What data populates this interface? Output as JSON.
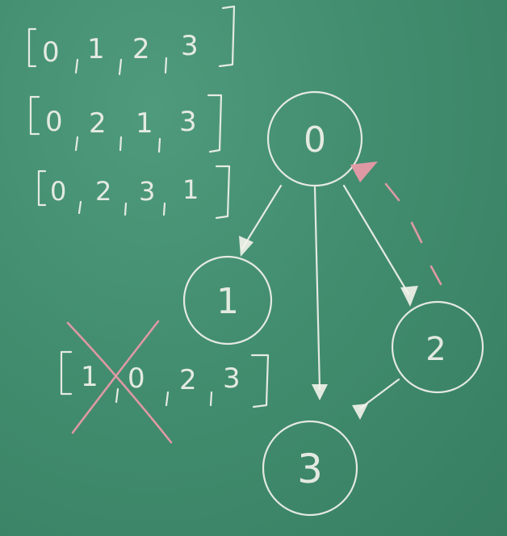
{
  "arrays": [
    {
      "values": [
        "0",
        "1",
        "2",
        "3"
      ],
      "crossed": false
    },
    {
      "values": [
        "0",
        "2",
        "1",
        "3"
      ],
      "crossed": false
    },
    {
      "values": [
        "0",
        "2",
        "3",
        "1"
      ],
      "crossed": false
    },
    {
      "values": [
        "1",
        "0",
        "2",
        "3"
      ],
      "crossed": true
    }
  ],
  "nodes": [
    "0",
    "1",
    "2",
    "3"
  ],
  "edges": [
    {
      "from": "0",
      "to": "1",
      "style": "solid"
    },
    {
      "from": "0",
      "to": "3",
      "style": "solid"
    },
    {
      "from": "0",
      "to": "2",
      "style": "solid"
    },
    {
      "from": "2",
      "to": "3",
      "style": "solid"
    },
    {
      "from": "2",
      "to": "0",
      "style": "dashed"
    }
  ],
  "colors": {
    "board": "#3f8a6c",
    "chalk": "#f2f2ea",
    "accent": "#e89aa8"
  }
}
